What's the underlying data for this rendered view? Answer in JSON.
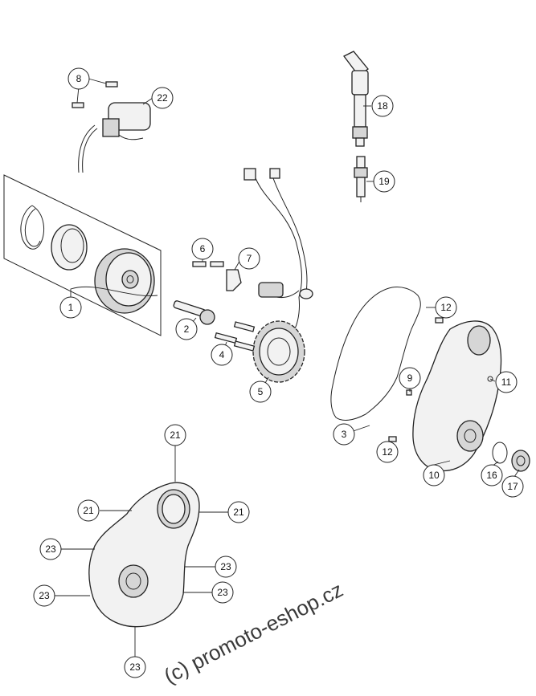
{
  "diagram": {
    "callouts": [
      {
        "id": "c1",
        "label": "1"
      },
      {
        "id": "c2",
        "label": "2"
      },
      {
        "id": "c3",
        "label": "3"
      },
      {
        "id": "c4",
        "label": "4"
      },
      {
        "id": "c5",
        "label": "5"
      },
      {
        "id": "c6",
        "label": "6"
      },
      {
        "id": "c7",
        "label": "7"
      },
      {
        "id": "c8",
        "label": "8"
      },
      {
        "id": "c9",
        "label": "9"
      },
      {
        "id": "c10",
        "label": "10"
      },
      {
        "id": "c11",
        "label": "11"
      },
      {
        "id": "c12a",
        "label": "12"
      },
      {
        "id": "c12b",
        "label": "12"
      },
      {
        "id": "c16",
        "label": "16"
      },
      {
        "id": "c17",
        "label": "17"
      },
      {
        "id": "c18",
        "label": "18"
      },
      {
        "id": "c19",
        "label": "19"
      },
      {
        "id": "c21a",
        "label": "21"
      },
      {
        "id": "c21b",
        "label": "21"
      },
      {
        "id": "c21c",
        "label": "21"
      },
      {
        "id": "c22",
        "label": "22"
      },
      {
        "id": "c23a",
        "label": "23"
      },
      {
        "id": "c23b",
        "label": "23"
      },
      {
        "id": "c23c",
        "label": "23"
      },
      {
        "id": "c23d",
        "label": "23"
      },
      {
        "id": "c23e",
        "label": "23"
      }
    ],
    "watermark": "(c) promoto-eshop.cz"
  }
}
